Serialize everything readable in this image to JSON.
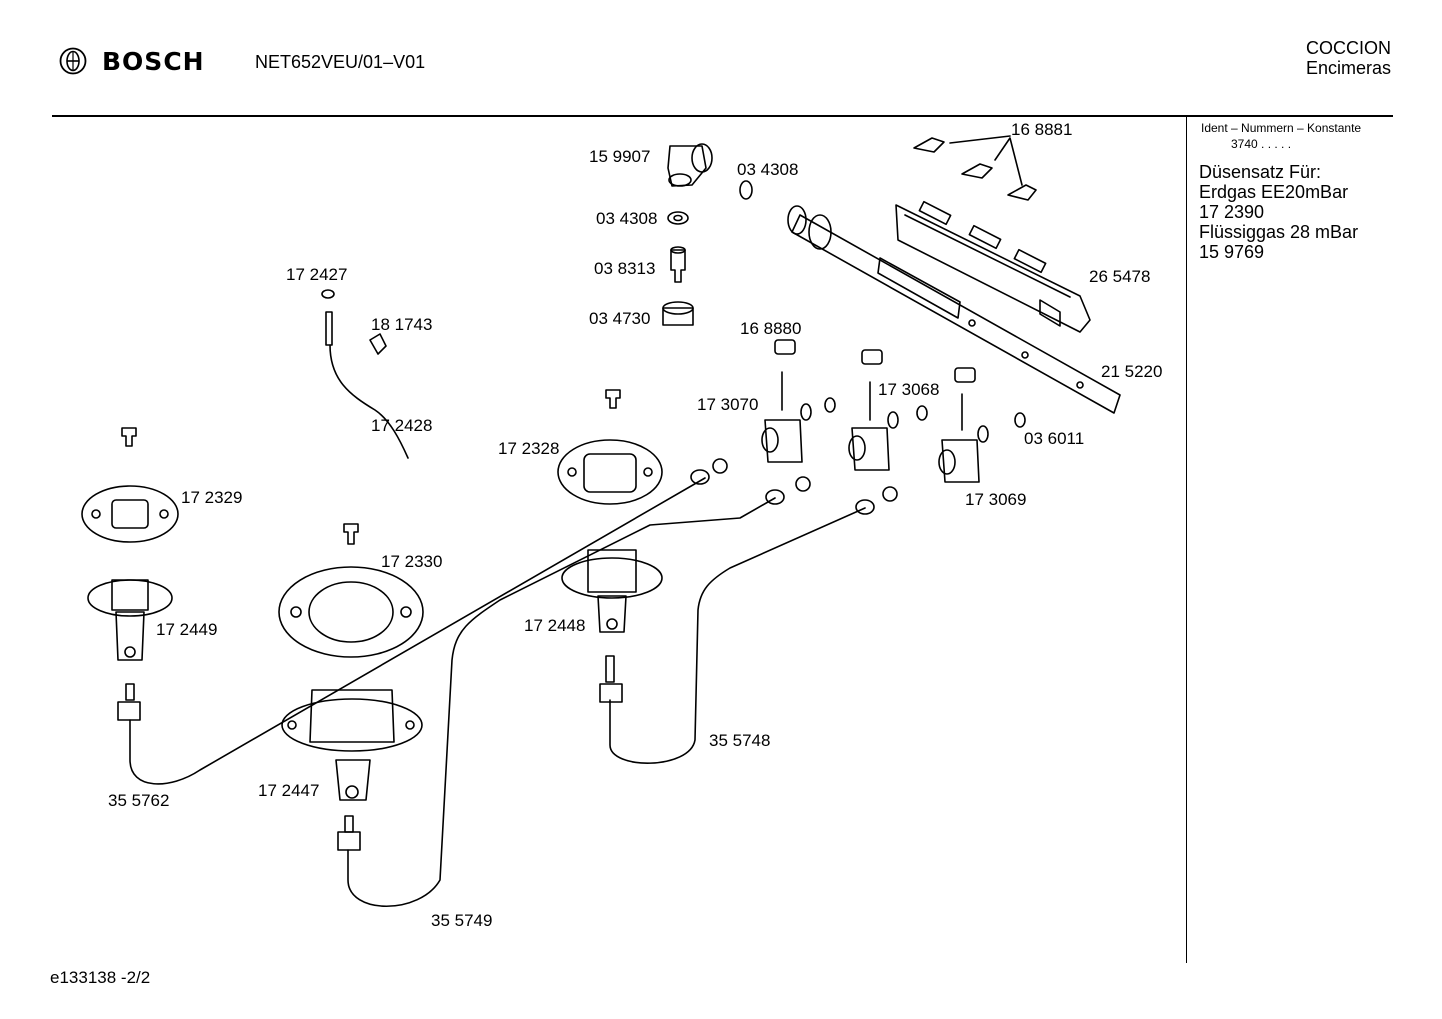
{
  "header": {
    "brand": "BOSCH",
    "model": "NET652VEU/01–V01",
    "category_line1": "COCCION",
    "category_line2": "Encimeras"
  },
  "side_panel": {
    "ident_title": "Ident – Nummern – Konstante",
    "ident_value": "3740 . . . . .",
    "nozzle_title": "Düsensatz Für:",
    "natural_gas": "Erdgas EE20mBar",
    "natural_gas_code": "17 2390",
    "lpg": "Flüssiggas 28 mBar",
    "lpg_code": "15 9769"
  },
  "footer": {
    "doc_id": "e133138   -2/2"
  },
  "parts": {
    "p159907": "15 9907",
    "p034308a": "03 4308",
    "p034308b": "03 4308",
    "p038313": "03 8313",
    "p034730": "03 4730",
    "p168881": "16 8881",
    "p265478": "26 5478",
    "p215220": "21 5220",
    "p168880": "16 8880",
    "p173070": "17 3070",
    "p173068": "17 3068",
    "p036011": "03 6011",
    "p173069": "17 3069",
    "p172427": "17 2427",
    "p181743": "18 1743",
    "p172428": "17 2428",
    "p172328": "17 2328",
    "p172329": "17 2329",
    "p172330": "17 2330",
    "p172449": "17 2449",
    "p172448": "17 2448",
    "p355748": "35 5748",
    "p172447": "17 2447",
    "p355762": "35 5762",
    "p355749": "35 5749"
  }
}
